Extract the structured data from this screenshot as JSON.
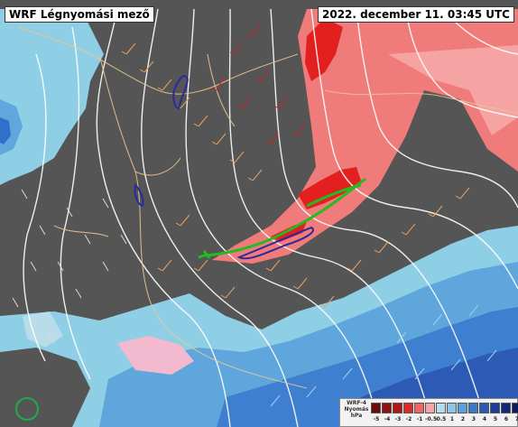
{
  "header": {
    "title": "WRF Légnyomási mező",
    "timestamp": "2022. december 11. 03:45 UTC"
  },
  "legend": {
    "label_lines": [
      "WRF-4",
      "Nyomás",
      "hPa"
    ],
    "ticks": [
      "-5",
      "-4",
      "-3",
      "-2",
      "-1",
      "-0.5",
      "0.5",
      "1",
      "2",
      "3",
      "4",
      "5",
      "6",
      "7"
    ],
    "colors": [
      "#6e0c0c",
      "#8e1010",
      "#b41616",
      "#dc2a2a",
      "#f06464",
      "#f5a5a5",
      "#b4dcec",
      "#8cc6e6",
      "#5aa0dc",
      "#3c78c8",
      "#2d5ab4",
      "#1e3c96",
      "#142878",
      "#0a1e5a"
    ]
  },
  "colors": {
    "background": "#555555",
    "negative_anomaly": "#f07b7b",
    "strong_negative": "#e32020",
    "positive_anomaly": "#8fcfe6",
    "strong_positive": "#3f7fd0",
    "isobars": "#ffffff",
    "borders": "#e8c890",
    "front": "#22bb22",
    "precip_contour": "#2a2a9a"
  },
  "icons": {
    "front_line": "green-front-line",
    "wind_barbs": "wind-barb-icon"
  }
}
